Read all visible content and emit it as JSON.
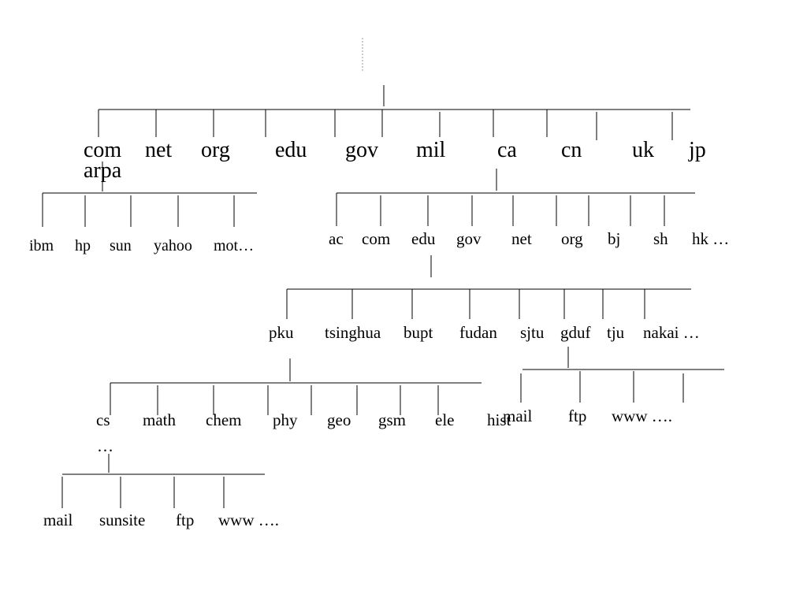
{
  "tlds": {
    "com": "com",
    "net": "net",
    "org": "org",
    "edu": "edu",
    "gov": "gov",
    "mil": "mil",
    "ca": "ca",
    "cn": "cn",
    "uk": "uk",
    "jp": "jp",
    "arpa": "arpa"
  },
  "com_children": {
    "ibm": "ibm",
    "hp": "hp",
    "sun": "sun",
    "yahoo": "yahoo",
    "mot": "mot…"
  },
  "cn_children": {
    "ac": "ac",
    "com": "com",
    "edu": "edu",
    "gov": "gov",
    "net": "net",
    "org": "org",
    "bj": "bj",
    "sh": "sh",
    "hk": "hk …"
  },
  "edu_children": {
    "pku": "pku",
    "tsinghua": "tsinghua",
    "bupt": "bupt",
    "fudan": "fudan",
    "sjtu": "sjtu",
    "gduf": "gduf",
    "tju": "tju",
    "nakai": "nakai …"
  },
  "gduf_children": {
    "mail": "mail",
    "ftp": "ftp",
    "www": "www …."
  },
  "pku_children": {
    "cs": "cs",
    "math": "math",
    "chem": "chem",
    "phy": "phy",
    "geo": "geo",
    "gsm": "gsm",
    "ele": "ele",
    "hist": "hist",
    "more": "…"
  },
  "cs_children": {
    "mail": "mail",
    "sunsite": "sunsite",
    "ftp": "ftp",
    "www": "www …."
  }
}
